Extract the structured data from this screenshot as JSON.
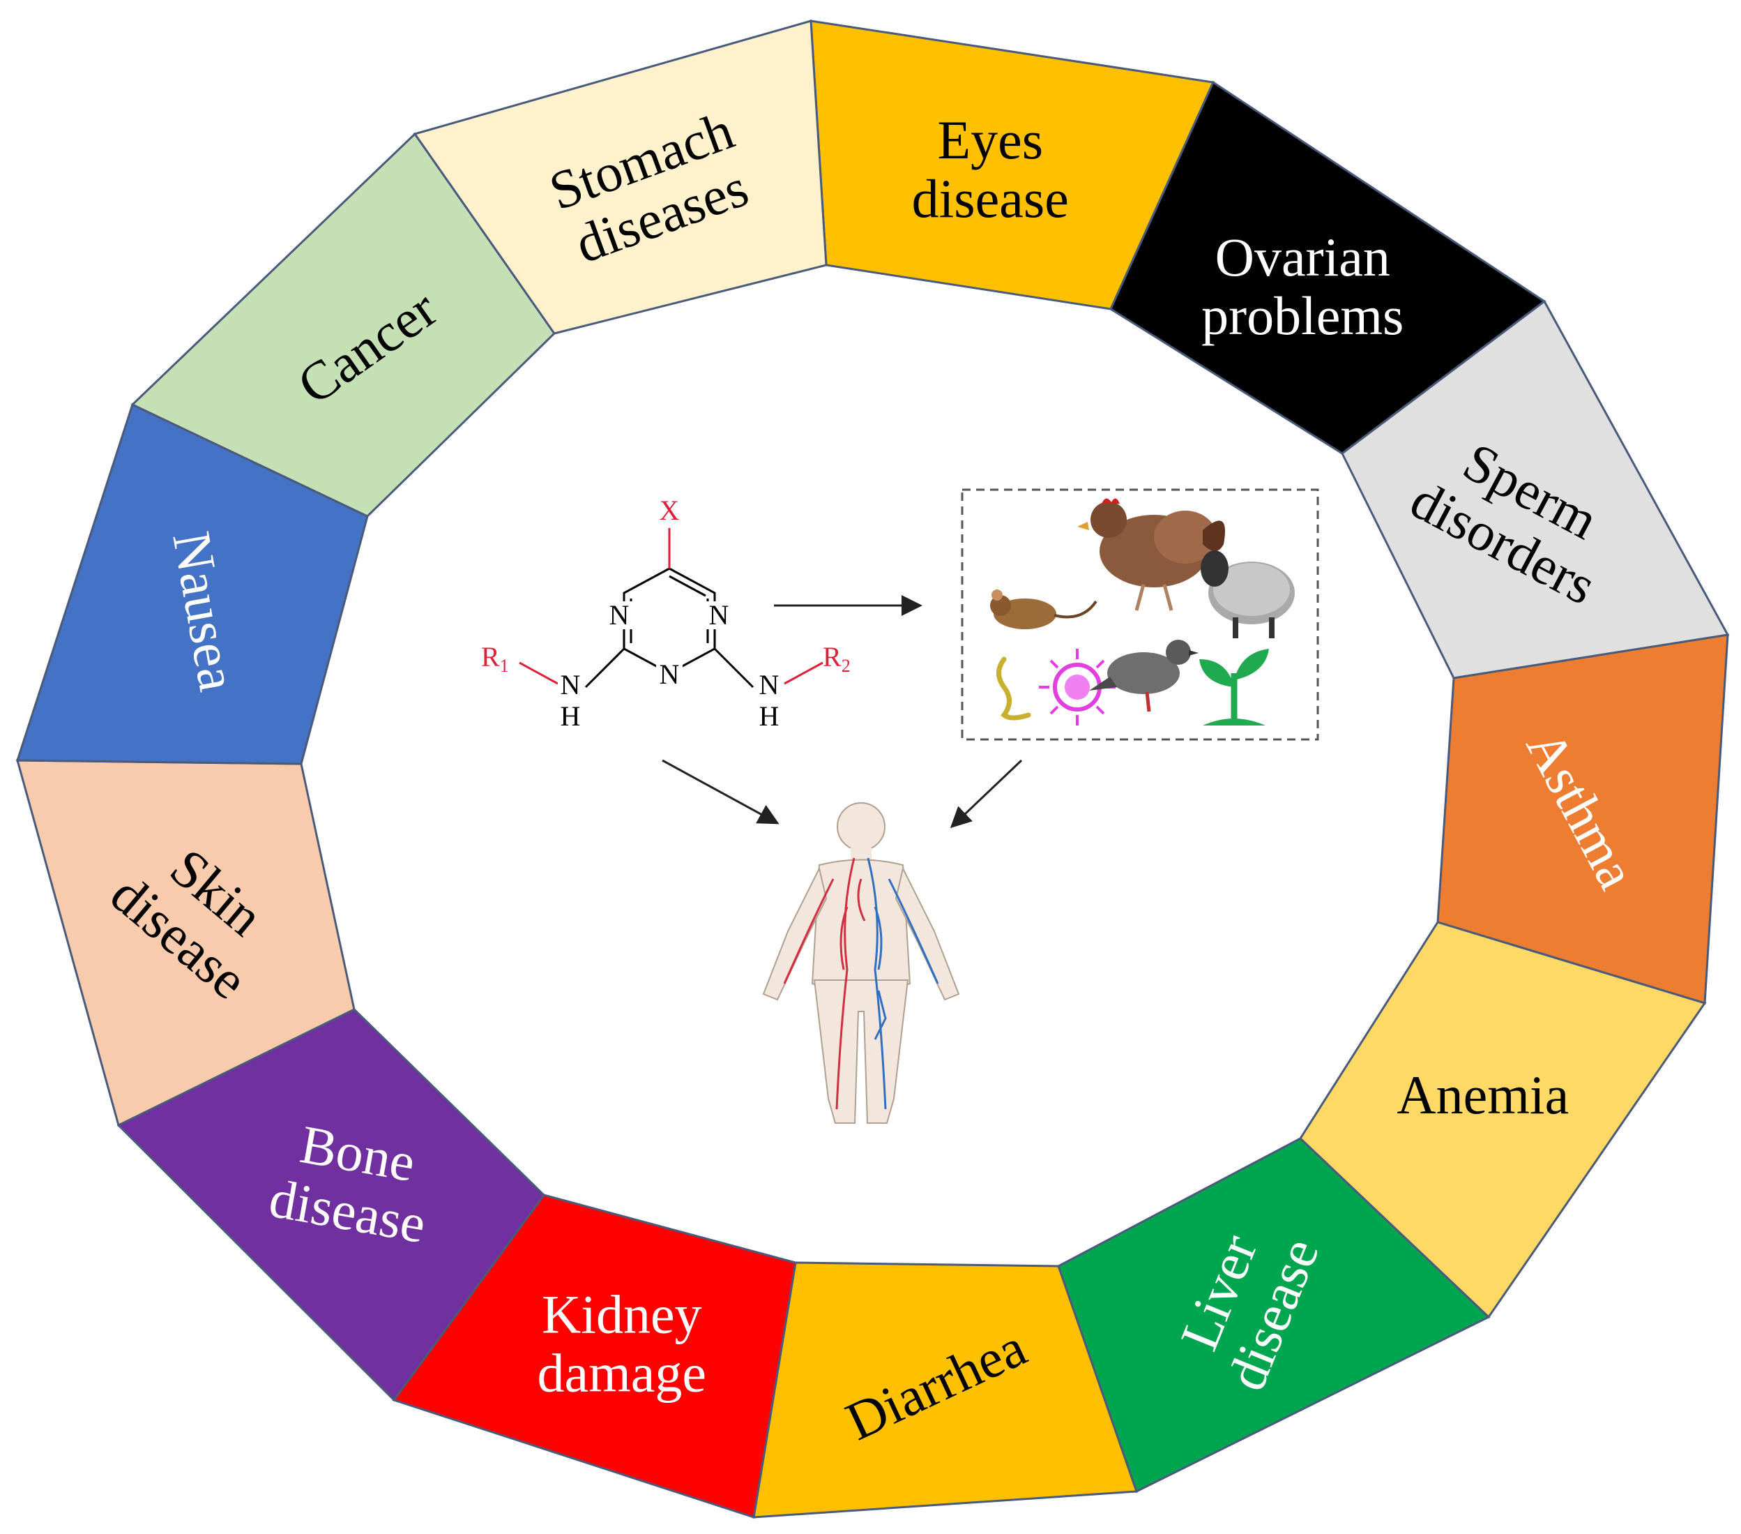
{
  "segments": [
    {
      "id": "eyes",
      "lines": [
        "Eyes",
        "disease"
      ],
      "fill": "#FFC000",
      "text_color": "#000000"
    },
    {
      "id": "ovarian",
      "lines": [
        "Ovarian",
        "problems"
      ],
      "fill": "#000000",
      "text_color": "#ffffff"
    },
    {
      "id": "sperm",
      "lines": [
        "Sperm",
        "disorders"
      ],
      "fill": "#E0E0E0",
      "text_color": "#000000"
    },
    {
      "id": "asthma",
      "lines": [
        "Asthma"
      ],
      "fill": "#ED7D31",
      "text_color": "#ffffff"
    },
    {
      "id": "anemia",
      "lines": [
        "Anemia"
      ],
      "fill": "#FFD966",
      "text_color": "#000000"
    },
    {
      "id": "liver",
      "lines": [
        "Liver",
        "disease"
      ],
      "fill": "#00A550",
      "text_color": "#ffffff"
    },
    {
      "id": "diarrhea",
      "lines": [
        "Diarrhea"
      ],
      "fill": "#FFC000",
      "text_color": "#000000"
    },
    {
      "id": "kidney",
      "lines": [
        "Kidney",
        "damage"
      ],
      "fill": "#FF0000",
      "text_color": "#ffffff"
    },
    {
      "id": "bone",
      "lines": [
        "Bone",
        "disease"
      ],
      "fill": "#7030A0",
      "text_color": "#ffffff"
    },
    {
      "id": "skin",
      "lines": [
        "Skin",
        "disease"
      ],
      "fill": "#F8CBAD",
      "text_color": "#000000"
    },
    {
      "id": "nausea",
      "lines": [
        "Nausea"
      ],
      "fill": "#4472C4",
      "text_color": "#ffffff"
    },
    {
      "id": "cancer",
      "lines": [
        "Cancer"
      ],
      "fill": "#C5E0B4",
      "text_color": "#000000"
    },
    {
      "id": "stomach",
      "lines": [
        "Stomach",
        "diseases"
      ],
      "fill": "#FFF2CC",
      "text_color": "#000000"
    }
  ],
  "molecule": {
    "substituent_top": "X",
    "ring_atoms": [
      "N",
      "N",
      "N"
    ],
    "nh_atoms": [
      "N",
      "H",
      "N",
      "H"
    ],
    "r1": "R",
    "r1_sub": "1",
    "r2": "R",
    "r2_sub": "2",
    "red": "#E0203A"
  },
  "organisms": [
    "hen-icon",
    "mouse-icon",
    "sheep-icon",
    "worm-icon",
    "microbe-icon",
    "pigeon-icon",
    "plant-icon"
  ],
  "center_figure": "human-body-icon",
  "colors": {
    "outline": "#4A5A7A",
    "arrow": "#222222"
  }
}
